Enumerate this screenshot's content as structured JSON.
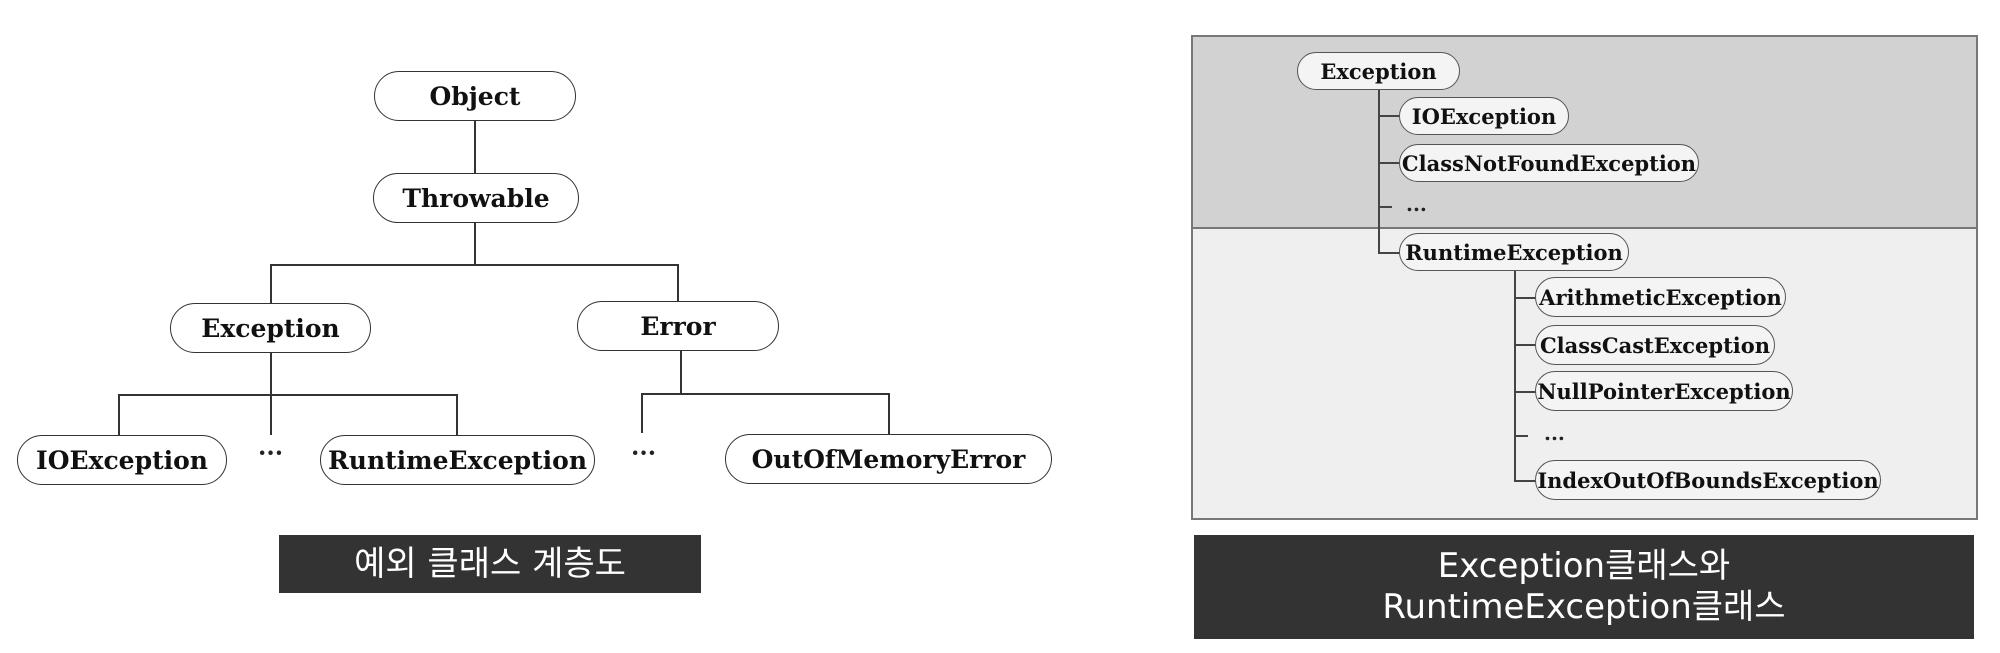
{
  "left_diagram": {
    "nodes": {
      "object": "Object",
      "throwable": "Throwable",
      "exception": "Exception",
      "error": "Error",
      "ioexception": "IOException",
      "runtimeexception": "RuntimeException",
      "outofmemoryerror": "OutOfMemoryError"
    },
    "ellipsis_1": "···",
    "ellipsis_2": "···",
    "caption": "예외 클래스 계층도"
  },
  "right_diagram": {
    "nodes": {
      "exception": "Exception",
      "ioexception": "IOException",
      "classnotfoundexception": "ClassNotFoundException",
      "runtimeexception": "RuntimeException",
      "arithmeticexception": "ArithmeticException",
      "classcastexception": "ClassCastException",
      "nullpointerexception": "NullPointerException",
      "indexoutofboundsexception": "IndexOutOfBoundsException"
    },
    "ellipsis_1": "...",
    "ellipsis_2": "...",
    "caption_line1": "Exception클래스와",
    "caption_line2": "RuntimeException클래스"
  },
  "colors": {
    "caption_bg": "#333333",
    "panel_top_bg": "#d2d2d2",
    "panel_bottom_bg": "#efefef"
  }
}
